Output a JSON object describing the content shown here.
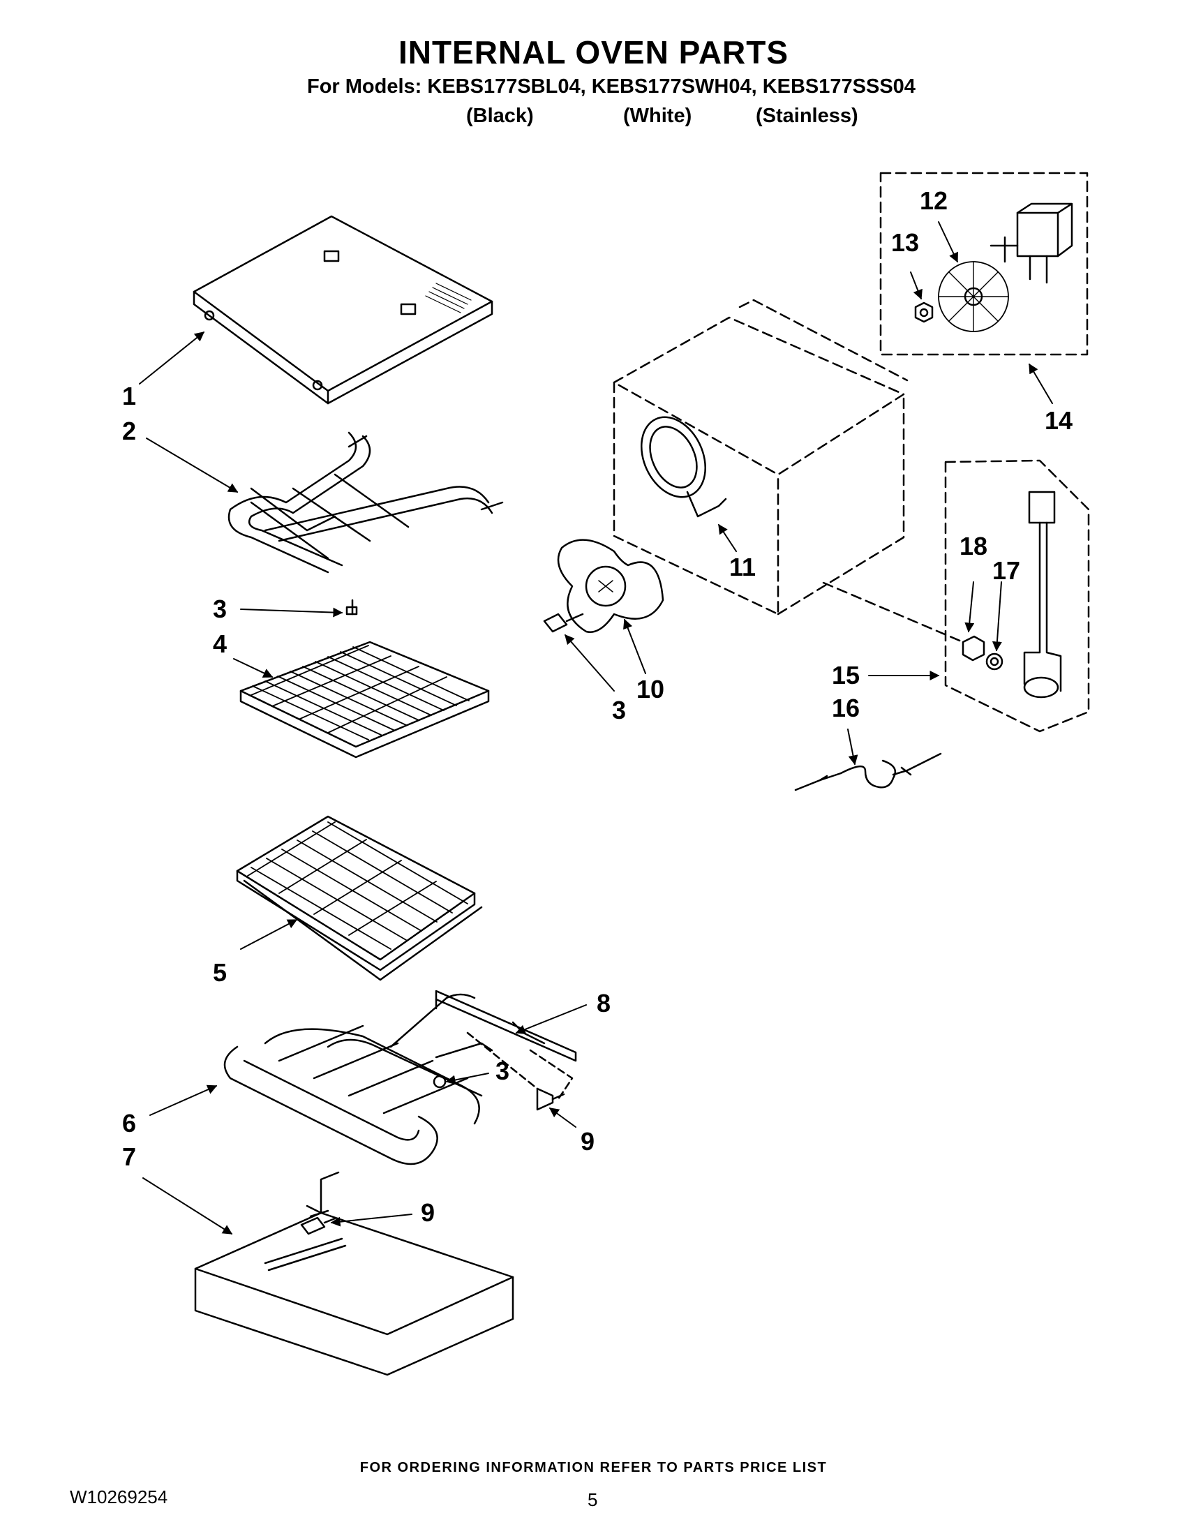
{
  "header": {
    "title": "INTERNAL OVEN PARTS",
    "models_line": "For Models: KEBS177SBL04, KEBS177SWH04, KEBS177SSS04",
    "colors": [
      "(Black)",
      "(White)",
      "(Stainless)"
    ]
  },
  "callouts": [
    "1",
    "2",
    "3",
    "4",
    "5",
    "8",
    "3",
    "6",
    "9",
    "7",
    "9",
    "12",
    "13",
    "14",
    "11",
    "18",
    "17",
    "15",
    "16",
    "3",
    "10"
  ],
  "footer": {
    "note": "FOR ORDERING INFORMATION REFER TO PARTS PRICE LIST",
    "doc_number": "W10269254",
    "page_number": "5"
  }
}
